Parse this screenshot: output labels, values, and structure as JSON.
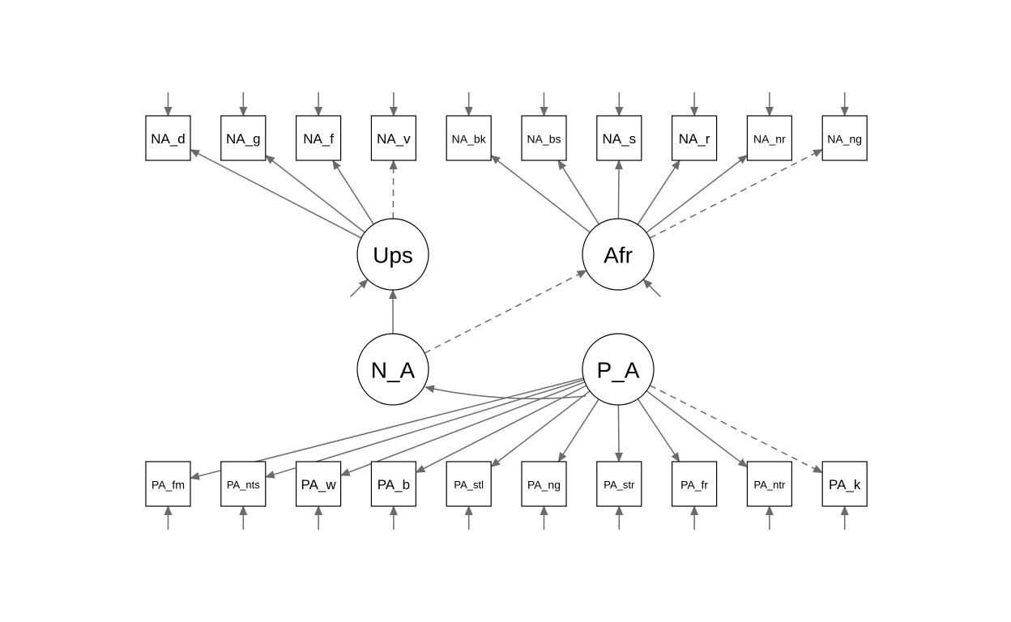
{
  "diagram": {
    "latents": [
      {
        "id": "Ups",
        "label": "Ups"
      },
      {
        "id": "Afr",
        "label": "Afr"
      },
      {
        "id": "N_A",
        "label": "N_A"
      },
      {
        "id": "P_A",
        "label": "P_A"
      }
    ],
    "indicators_top": [
      {
        "id": "NA_d",
        "label": "NA_d"
      },
      {
        "id": "NA_g",
        "label": "NA_g"
      },
      {
        "id": "NA_f",
        "label": "NA_f"
      },
      {
        "id": "NA_v",
        "label": "NA_v"
      },
      {
        "id": "NA_bk",
        "label": "NA_bk"
      },
      {
        "id": "NA_bs",
        "label": "NA_bs"
      },
      {
        "id": "NA_s",
        "label": "NA_s"
      },
      {
        "id": "NA_r",
        "label": "NA_r"
      },
      {
        "id": "NA_nr",
        "label": "NA_nr"
      },
      {
        "id": "NA_ng",
        "label": "NA_ng"
      }
    ],
    "indicators_bottom": [
      {
        "id": "PA_fm",
        "label": "PA_fm"
      },
      {
        "id": "PA_nts",
        "label": "PA_nts"
      },
      {
        "id": "PA_w",
        "label": "PA_w"
      },
      {
        "id": "PA_b",
        "label": "PA_b"
      },
      {
        "id": "PA_stl",
        "label": "PA_stl"
      },
      {
        "id": "PA_ng",
        "label": "PA_ng"
      },
      {
        "id": "PA_str",
        "label": "PA_str"
      },
      {
        "id": "PA_fr",
        "label": "PA_fr"
      },
      {
        "id": "PA_ntr",
        "label": "PA_ntr"
      },
      {
        "id": "PA_k",
        "label": "PA_k"
      }
    ],
    "paths": [
      {
        "from": "Ups",
        "to": "NA_d",
        "style": "solid"
      },
      {
        "from": "Ups",
        "to": "NA_g",
        "style": "solid"
      },
      {
        "from": "Ups",
        "to": "NA_f",
        "style": "solid"
      },
      {
        "from": "Ups",
        "to": "NA_v",
        "style": "dashed"
      },
      {
        "from": "Afr",
        "to": "NA_bk",
        "style": "solid"
      },
      {
        "from": "Afr",
        "to": "NA_bs",
        "style": "solid"
      },
      {
        "from": "Afr",
        "to": "NA_s",
        "style": "solid"
      },
      {
        "from": "Afr",
        "to": "NA_r",
        "style": "solid"
      },
      {
        "from": "Afr",
        "to": "NA_nr",
        "style": "solid"
      },
      {
        "from": "Afr",
        "to": "NA_ng",
        "style": "dashed"
      },
      {
        "from": "N_A",
        "to": "Ups",
        "style": "solid"
      },
      {
        "from": "N_A",
        "to": "Afr",
        "style": "dashed"
      },
      {
        "from": "P_A",
        "to": "N_A",
        "style": "solid",
        "curved": true
      },
      {
        "from": "P_A",
        "to": "PA_fm",
        "style": "solid"
      },
      {
        "from": "P_A",
        "to": "PA_nts",
        "style": "solid"
      },
      {
        "from": "P_A",
        "to": "PA_w",
        "style": "solid"
      },
      {
        "from": "P_A",
        "to": "PA_b",
        "style": "solid"
      },
      {
        "from": "P_A",
        "to": "PA_stl",
        "style": "solid"
      },
      {
        "from": "P_A",
        "to": "PA_ng",
        "style": "solid"
      },
      {
        "from": "P_A",
        "to": "PA_str",
        "style": "solid"
      },
      {
        "from": "P_A",
        "to": "PA_fr",
        "style": "solid"
      },
      {
        "from": "P_A",
        "to": "PA_ntr",
        "style": "solid"
      },
      {
        "from": "P_A",
        "to": "PA_k",
        "style": "dashed"
      }
    ],
    "residuals": [
      "NA_d",
      "NA_g",
      "NA_f",
      "NA_v",
      "NA_bk",
      "NA_bs",
      "NA_s",
      "NA_r",
      "NA_nr",
      "NA_ng",
      "PA_fm",
      "PA_nts",
      "PA_w",
      "PA_b",
      "PA_stl",
      "PA_ng",
      "PA_str",
      "PA_fr",
      "PA_ntr",
      "PA_k",
      "Ups",
      "Afr"
    ],
    "colors": {
      "edge": "#6b6b6b",
      "node_stroke": "#000000",
      "node_fill": "#ffffff"
    }
  }
}
